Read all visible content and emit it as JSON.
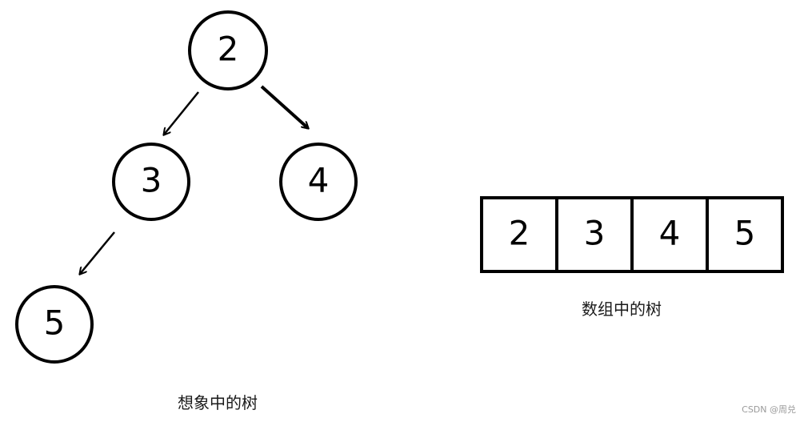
{
  "tree": {
    "caption": "想象中的树",
    "nodes": [
      {
        "id": "n2",
        "label": "2"
      },
      {
        "id": "n3",
        "label": "3"
      },
      {
        "id": "n4",
        "label": "4"
      },
      {
        "id": "n5",
        "label": "5"
      }
    ],
    "edges": [
      {
        "from": "2",
        "to": "3"
      },
      {
        "from": "2",
        "to": "4"
      },
      {
        "from": "3",
        "to": "5"
      }
    ]
  },
  "array": {
    "caption": "数组中的树",
    "cells": [
      "2",
      "3",
      "4",
      "5"
    ]
  },
  "watermark": "CSDN @周兑"
}
